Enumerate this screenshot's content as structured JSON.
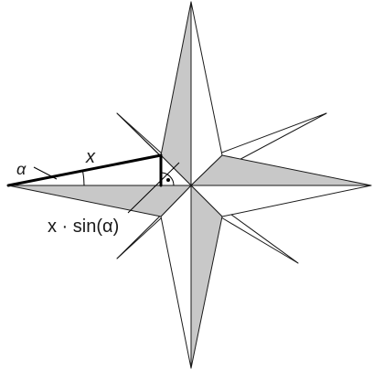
{
  "labels": {
    "alpha": "α",
    "x": "x",
    "formula": "x · sin(α)"
  },
  "colors": {
    "fill_grey": "#c8c8c8",
    "stroke": "#1a1a1a",
    "background": "#ffffff"
  }
}
